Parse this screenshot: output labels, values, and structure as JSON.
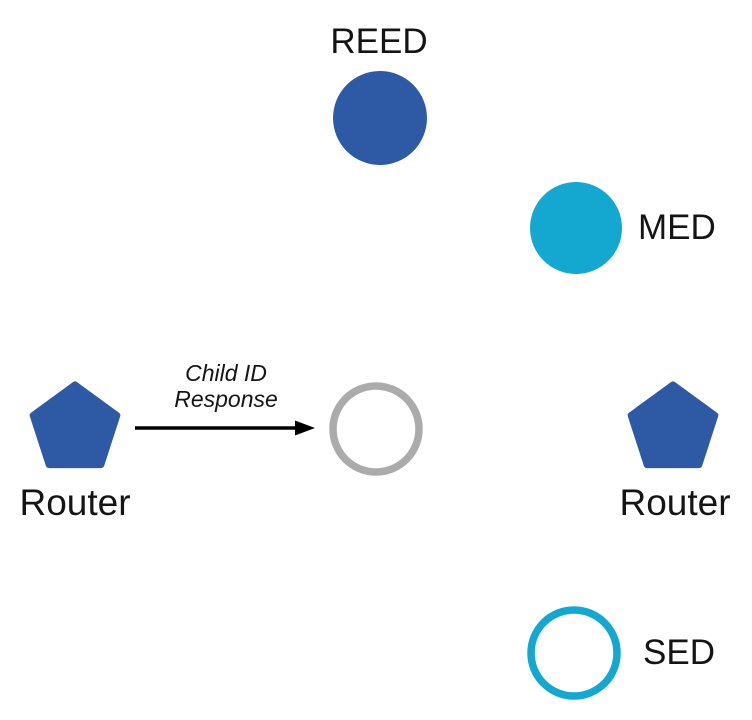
{
  "colors": {
    "dark-blue": "#2E5AA5",
    "cyan": "#14A8D1",
    "gray": "#ABABAB",
    "arrow-black": "#000000",
    "text-black": "#141414"
  },
  "nodes": {
    "reed": {
      "label": "REED",
      "shape": "circle",
      "style": "filled",
      "color": "#2E5AA5"
    },
    "med": {
      "label": "MED",
      "shape": "circle",
      "style": "filled",
      "color": "#14A8D1"
    },
    "router_left": {
      "label": "Router",
      "shape": "pentagon",
      "style": "filled",
      "color": "#2E5AA5"
    },
    "joiner": {
      "label": "",
      "shape": "circle",
      "style": "outlined",
      "color": "#ABABAB"
    },
    "router_right": {
      "label": "Router",
      "shape": "pentagon",
      "style": "filled",
      "color": "#2E5AA5"
    },
    "sed": {
      "label": "SED",
      "shape": "circle",
      "style": "outlined",
      "color": "#14A8D1"
    }
  },
  "arrow": {
    "label_line1": "Child ID",
    "label_line2": "Response",
    "from": "router_left",
    "to": "joiner"
  }
}
